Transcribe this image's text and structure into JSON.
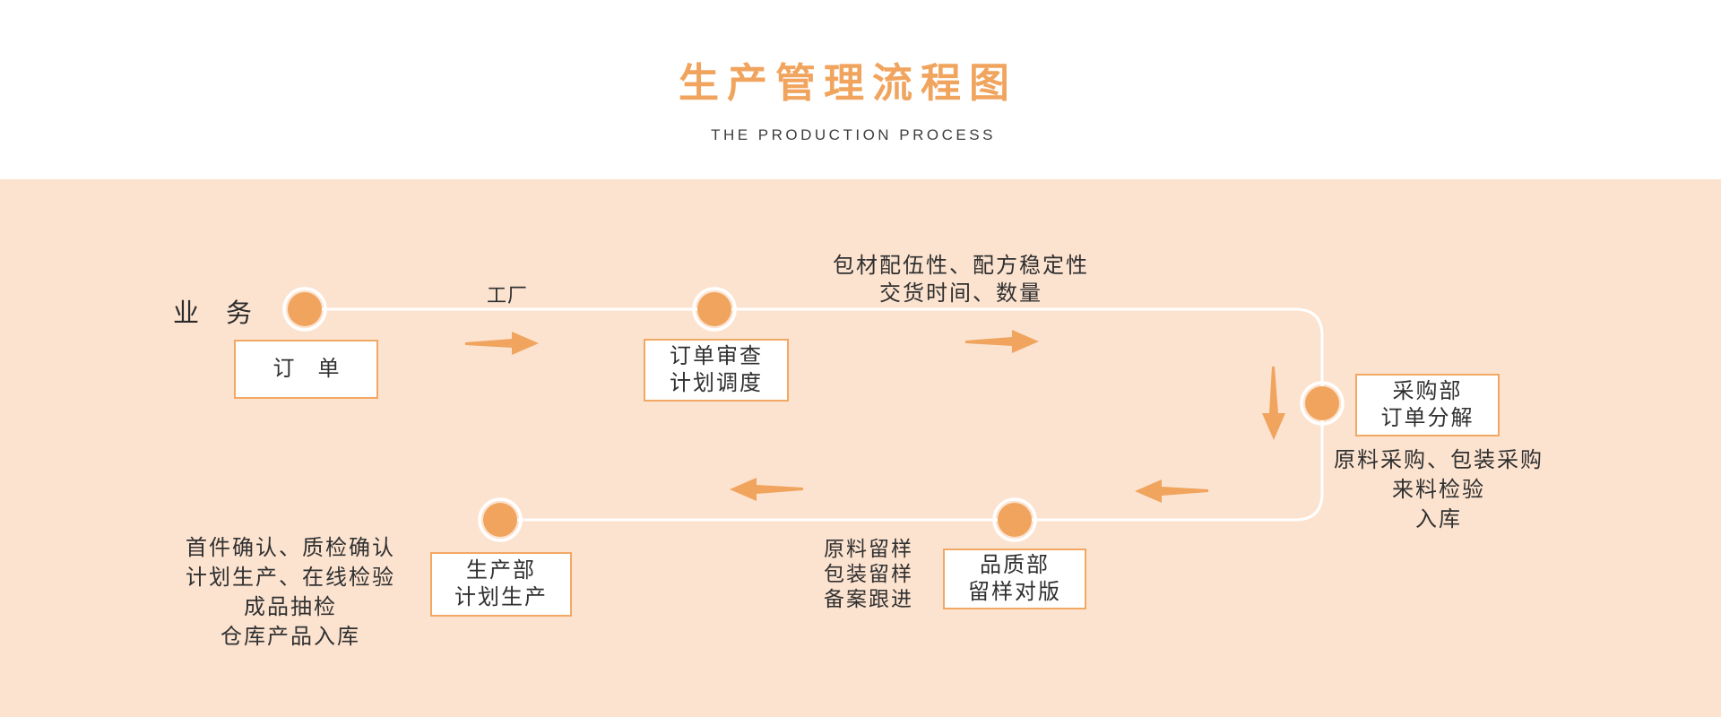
{
  "header": {
    "title": "生产管理流程图",
    "subtitle": "THE PRODUCTION PROCESS"
  },
  "colors": {
    "accent_orange": "#F1A45E",
    "background_peach": "#FCE3D0",
    "box_border_orange": "#F2A863",
    "connector_white": "#FFFFFF",
    "text_dark": "#303030"
  },
  "diagram": {
    "lane_label": "业务",
    "nodes": [
      {
        "id": "order",
        "lines": [
          "订单"
        ]
      },
      {
        "id": "order-review",
        "lines": [
          "订单审查",
          "计划调度"
        ]
      },
      {
        "id": "purchasing",
        "lines": [
          "采购部",
          "订单分解"
        ]
      },
      {
        "id": "quality",
        "lines": [
          "品质部",
          "留样对版"
        ]
      },
      {
        "id": "production",
        "lines": [
          "生产部",
          "计划生产"
        ]
      }
    ],
    "annotations": [
      {
        "id": "factory",
        "lines": [
          "工厂"
        ]
      },
      {
        "id": "review-criteria",
        "lines": [
          "包材配伍性、配方稳定性",
          "交货时间、数量"
        ]
      },
      {
        "id": "purchasing-tasks",
        "lines": [
          "原料采购、包装采购",
          "来料检验",
          "入库"
        ]
      },
      {
        "id": "quality-tasks",
        "lines": [
          "原料留样",
          "包装留样",
          "备案跟进"
        ]
      },
      {
        "id": "production-tasks",
        "lines": [
          "首件确认、质检确认",
          "计划生产、在线检验",
          "成品抽检",
          "仓库产品入库"
        ]
      }
    ]
  }
}
